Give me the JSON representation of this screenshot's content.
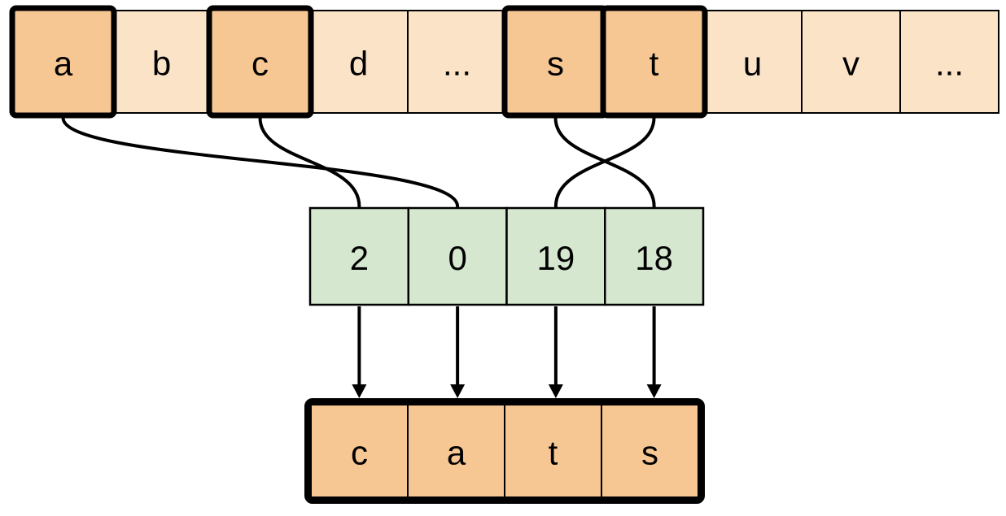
{
  "diagram": {
    "description": "array-indexing-diagram"
  },
  "alphabet_row": {
    "cells": [
      {
        "label": "a",
        "highlighted": true
      },
      {
        "label": "b",
        "highlighted": false
      },
      {
        "label": "c",
        "highlighted": true
      },
      {
        "label": "d",
        "highlighted": false
      },
      {
        "label": "...",
        "highlighted": false
      },
      {
        "label": "s",
        "highlighted": true
      },
      {
        "label": "t",
        "highlighted": true
      },
      {
        "label": "u",
        "highlighted": false
      },
      {
        "label": "v",
        "highlighted": false
      },
      {
        "label": "...",
        "highlighted": false
      }
    ]
  },
  "index_row": {
    "cells": [
      {
        "label": "2"
      },
      {
        "label": "0"
      },
      {
        "label": "19"
      },
      {
        "label": "18"
      }
    ]
  },
  "word_row": {
    "cells": [
      {
        "label": "c"
      },
      {
        "label": "a"
      },
      {
        "label": "t"
      },
      {
        "label": "s"
      }
    ]
  },
  "connections": [
    {
      "from_letter": "a",
      "to_index": "0"
    },
    {
      "from_letter": "c",
      "to_index": "2"
    },
    {
      "from_letter": "s",
      "to_index": "18"
    },
    {
      "from_letter": "t",
      "to_index": "19"
    }
  ],
  "colors": {
    "highlight_fill": "#f6c693",
    "plain_fill": "#fbe3c8",
    "index_fill": "#d6e7cf",
    "outline": "#000000"
  }
}
